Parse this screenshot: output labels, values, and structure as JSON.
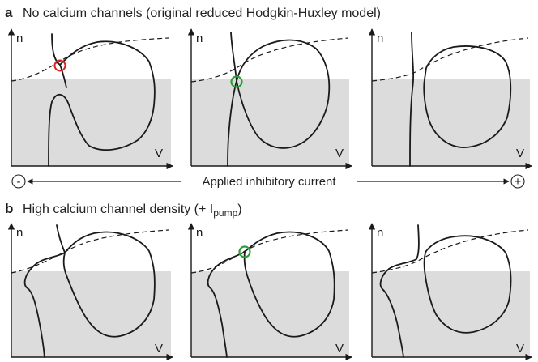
{
  "panel_a": {
    "letter": "a",
    "title": "No calcium channels (original reduced Hodgkin-Huxley model)"
  },
  "panel_b": {
    "letter": "b",
    "title_main": "High calcium channel density (+ I",
    "title_sub": "pump",
    "title_end": ")"
  },
  "axes": {
    "y_label": "n",
    "x_label": "V"
  },
  "current_arrow": {
    "label": "Applied inhibitory current",
    "left_sign": "-",
    "right_sign": "+"
  },
  "colors": {
    "unstable_fixed_point": "#e02020",
    "stable_fixed_point": "#2e9e3a",
    "shaded_region": "#dcdcdc"
  }
}
